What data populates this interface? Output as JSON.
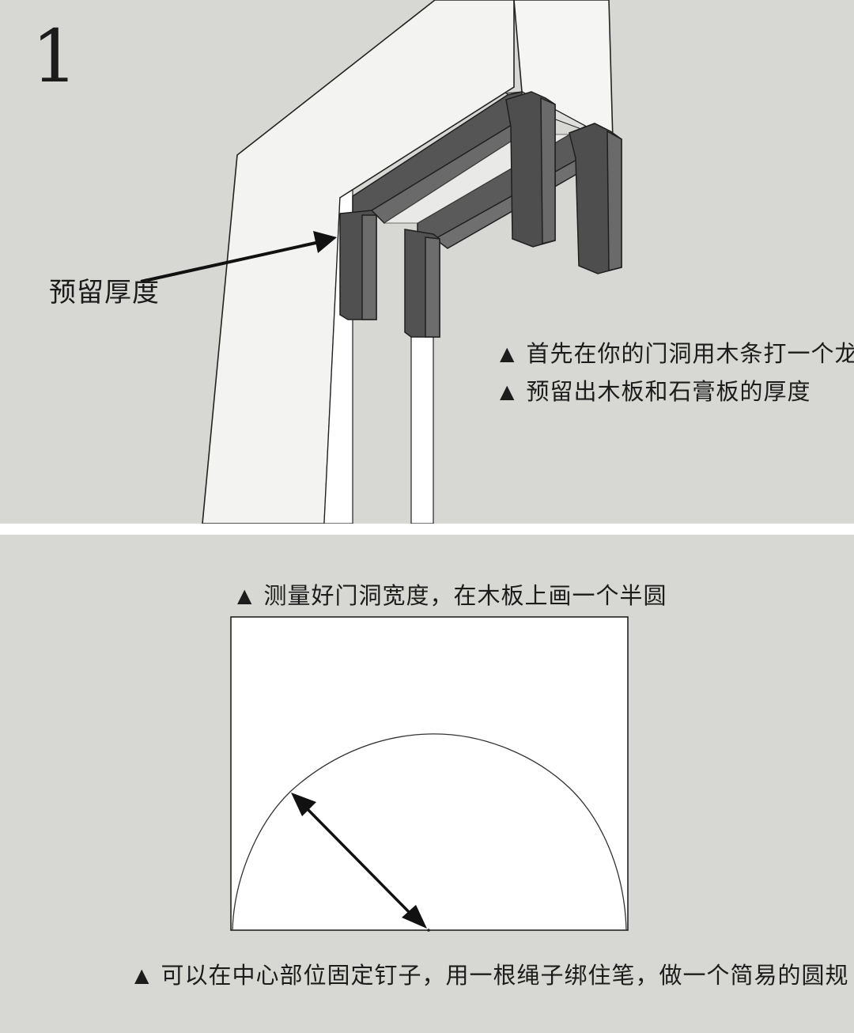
{
  "panel_top": {
    "step_number": "1",
    "callout_label": "预留厚度",
    "notes": [
      "首先在你的门洞用木条打一个龙骨",
      "预留出木板和石膏板的厚度"
    ]
  },
  "panel_bottom": {
    "title_note": "测量好门洞宽度，在木板上画一个半圆",
    "bottom_note": "可以在中心部位固定钉子，用一根绳子绑住笔，做一个简易的圆规"
  },
  "bullet_symbol": "▲",
  "colors": {
    "background": "#d7d7d4",
    "wall_face": "#f2f2f0",
    "wood_batten": "#5a5a5a",
    "divider": "#ffffff",
    "board": "#ffffff"
  }
}
